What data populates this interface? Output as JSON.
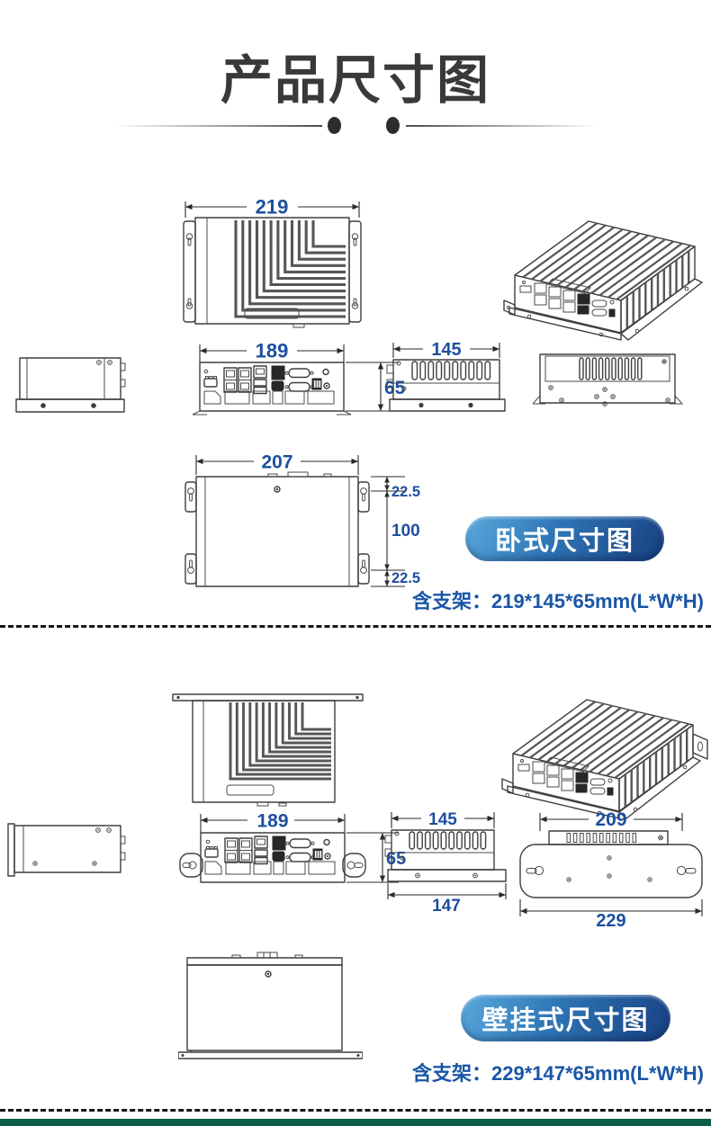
{
  "page": {
    "title": "产品尺寸图"
  },
  "horizontal": {
    "badge_label": "卧式尺寸图",
    "note_label": "含支架：",
    "note_value": "219*145*65mm(L*W*H)",
    "dims": {
      "top_width": "219",
      "front_width": "189",
      "front_height": "65",
      "side_width": "145",
      "bottom_width": "207",
      "mount_offset_top": "22.5",
      "mount_spacing": "100",
      "mount_offset_bottom": "22.5"
    }
  },
  "wall": {
    "badge_label": "壁挂式尺寸图",
    "note_label": "含支架：",
    "note_value": "229*147*65mm(L*W*H)",
    "dims": {
      "front_width": "189",
      "front_height": "65",
      "side_width": "145",
      "base_width": "147",
      "rear_width": "209",
      "bracket_width": "229"
    }
  },
  "colors": {
    "dimension_text": "#1c4f9f",
    "note_text": "#1a56a6",
    "badge_gradient_start": "#59a9dd",
    "badge_gradient_end": "#173f80",
    "footer_bar": "#0c5c4a"
  }
}
